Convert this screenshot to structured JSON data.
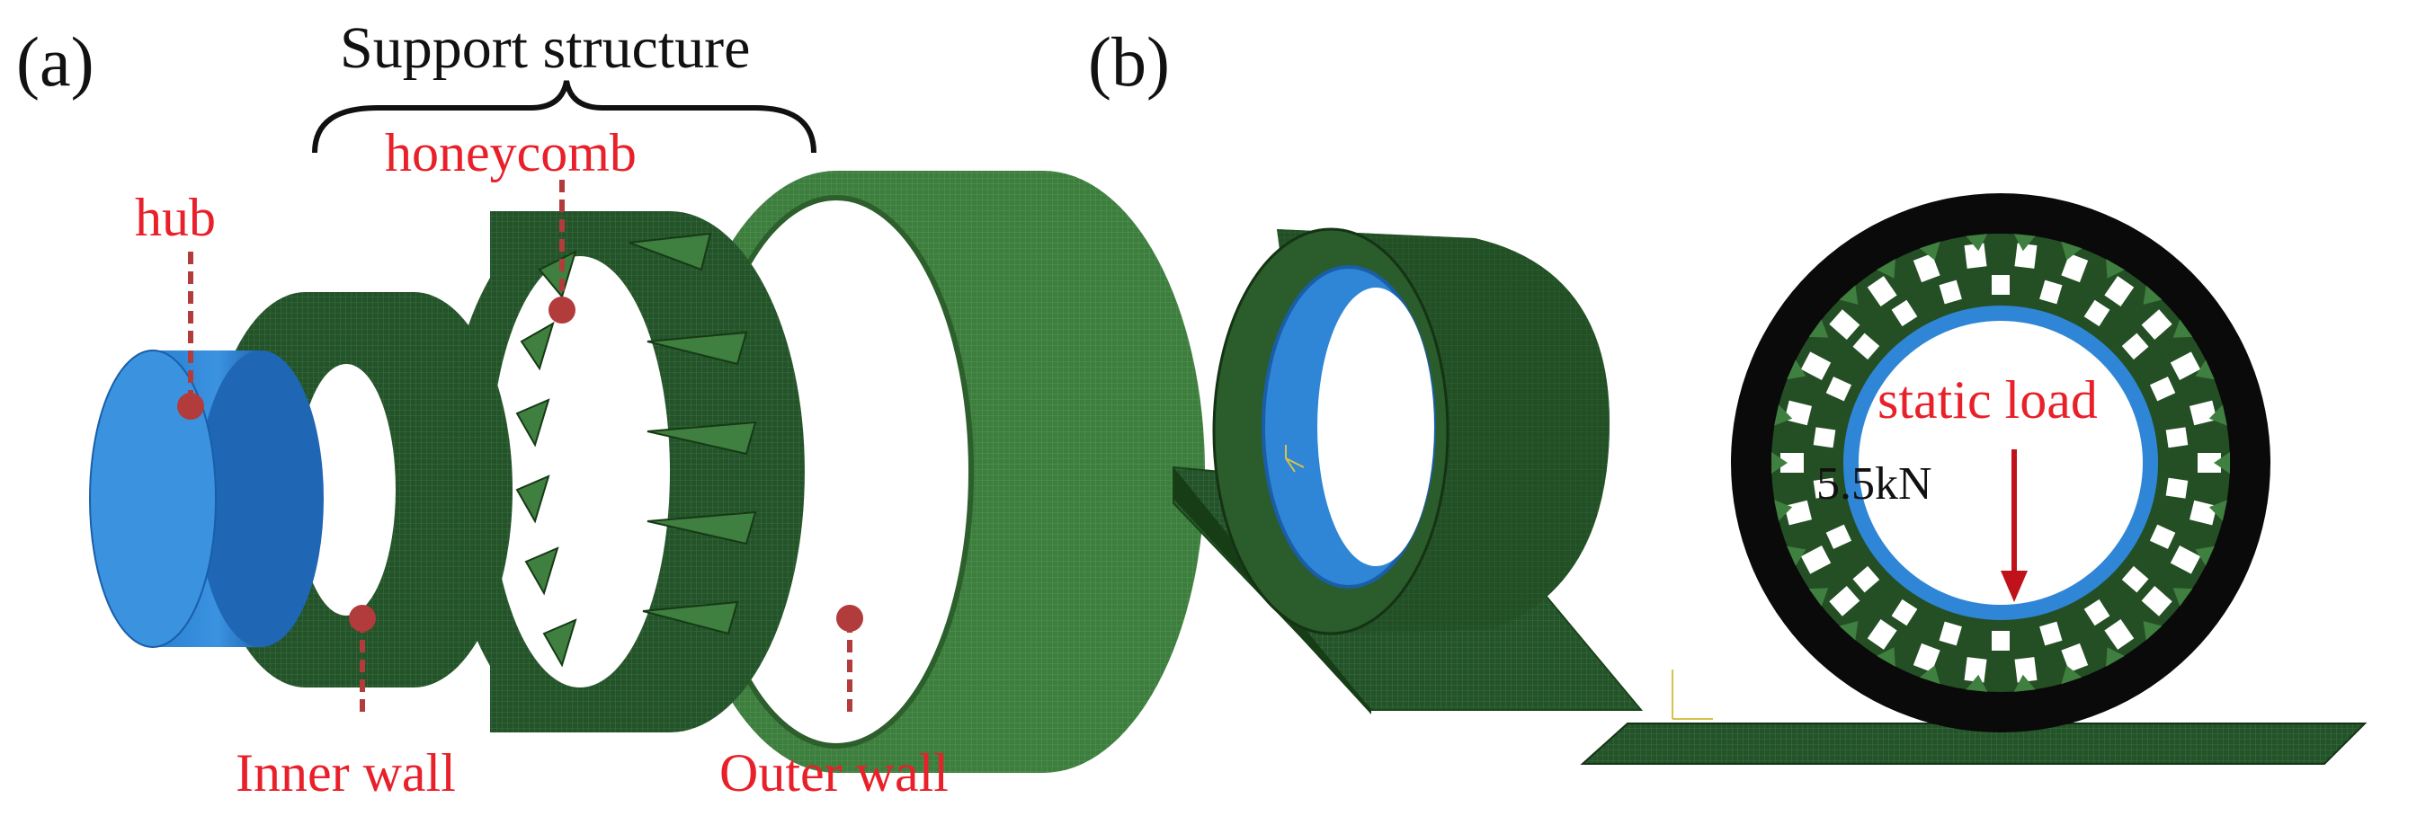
{
  "panel_a": {
    "label": "(a)",
    "bracket_title": "Support structure",
    "labels": {
      "hub": "hub",
      "honeycomb": "honeycomb",
      "inner_wall": "Inner wall",
      "outer_wall": "Outer wall"
    }
  },
  "panel_b": {
    "label": "(b)",
    "load_title": "static load",
    "load_value": "5.5kN"
  },
  "colors": {
    "hub_blue": "#2f86d6",
    "mesh_green": "#1f4d1f",
    "light_green": "#3b7a3b",
    "label_red": "#e8202a",
    "leader_red": "#b23b3b",
    "arrow_red": "#c0121a",
    "tire_black": "#0a0a0a"
  }
}
